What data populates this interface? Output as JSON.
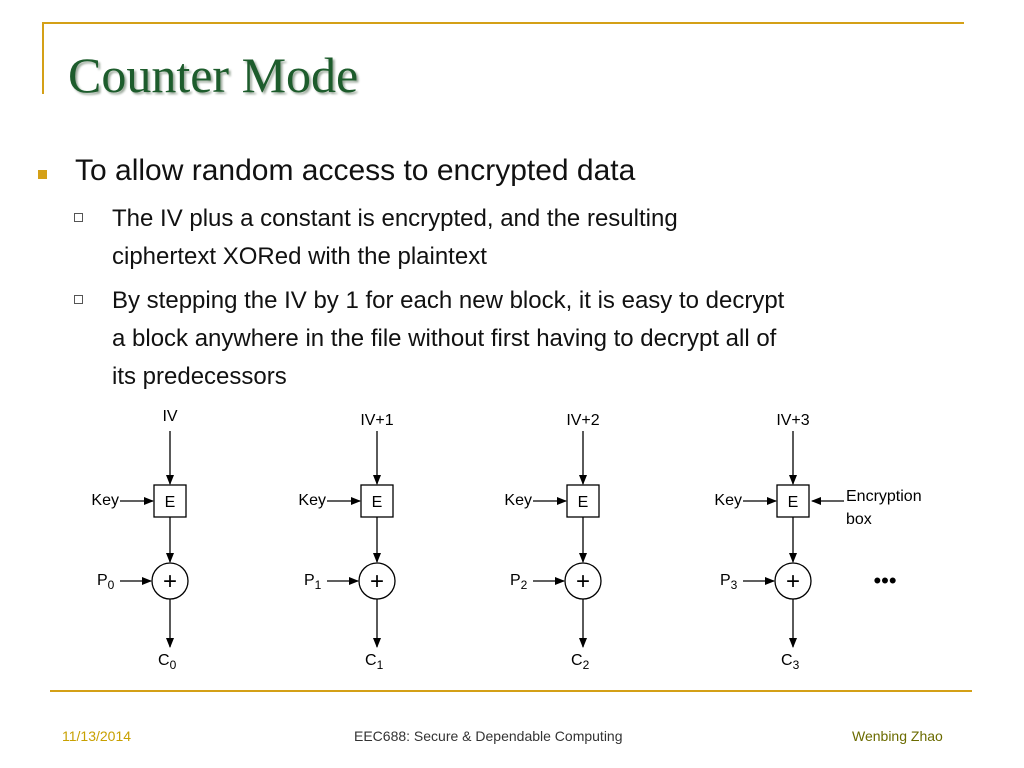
{
  "title": "Counter Mode",
  "bullets": {
    "main": "To allow random access to encrypted data",
    "sub1_line1": "The IV plus a constant is encrypted, and the resulting",
    "sub1_line2": "ciphertext XORed with the plaintext",
    "sub2_line1": "By stepping the IV by 1 for each new block, it is easy to decrypt",
    "sub2_line2": "a block anywhere in the file without first having to decrypt all of",
    "sub2_line3": "its predecessors"
  },
  "diagram": {
    "blocks": [
      {
        "iv": "IV",
        "key": "Key",
        "e": "E",
        "p": "P",
        "p_sub": "0",
        "c": "C",
        "c_sub": "0"
      },
      {
        "iv": "IV+1",
        "key": "Key",
        "e": "E",
        "p": "P",
        "p_sub": "1",
        "c": "C",
        "c_sub": "1"
      },
      {
        "iv": "IV+2",
        "key": "Key",
        "e": "E",
        "p": "P",
        "p_sub": "2",
        "c": "C",
        "c_sub": "2"
      },
      {
        "iv": "IV+3",
        "key": "Key",
        "e": "E",
        "p": "P",
        "p_sub": "3",
        "c": "C",
        "c_sub": "3"
      }
    ],
    "xor_symbol": "+",
    "annotation_line1": "Encryption",
    "annotation_line2": "box",
    "ellipsis": "•••"
  },
  "footer": {
    "date": "11/13/2014",
    "course": "EEC688: Secure & Dependable Computing",
    "author": "Wenbing Zhao"
  },
  "colors": {
    "accent_gold": "#d4a017",
    "title_green": "#1d5c2c"
  }
}
